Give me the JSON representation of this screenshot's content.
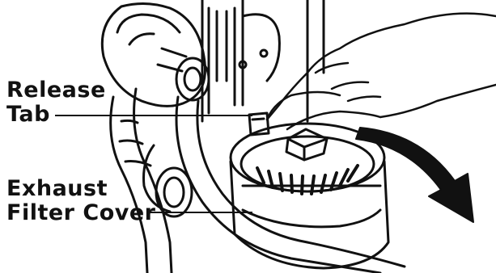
{
  "labels": {
    "release_tab": {
      "line1": "Release",
      "line2": "Tab"
    },
    "exhaust_filter_cover": {
      "line1": "Exhaust",
      "line2": "Filter Cover"
    }
  },
  "colors": {
    "ink": "#111111",
    "paper": "#ffffff",
    "arrow": "#111111"
  },
  "icons": {
    "arrow": "curved-rotation-arrow"
  }
}
